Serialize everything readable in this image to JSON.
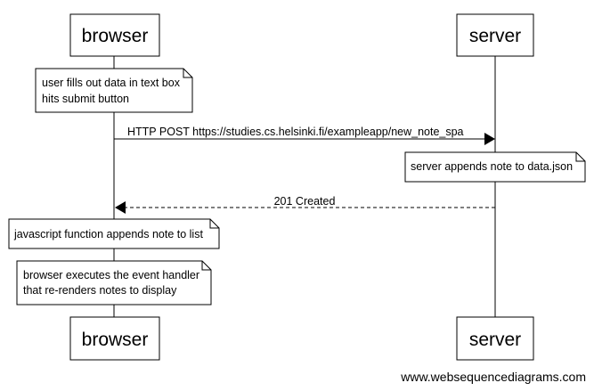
{
  "participants": {
    "browser": "browser",
    "server": "server"
  },
  "notes": {
    "user_input": [
      "user fills out data in text box",
      "hits submit button"
    ],
    "server_append": [
      "server appends note to data.json"
    ],
    "js_append": [
      "javascript function appends note to list"
    ],
    "event_handler": [
      "browser executes the event handler",
      "that re-renders notes to display"
    ]
  },
  "messages": {
    "post": "HTTP POST https://studies.cs.helsinki.fi/exampleapp/new_note_spa",
    "created": "201 Created"
  },
  "watermark": "www.websequencediagrams.com"
}
